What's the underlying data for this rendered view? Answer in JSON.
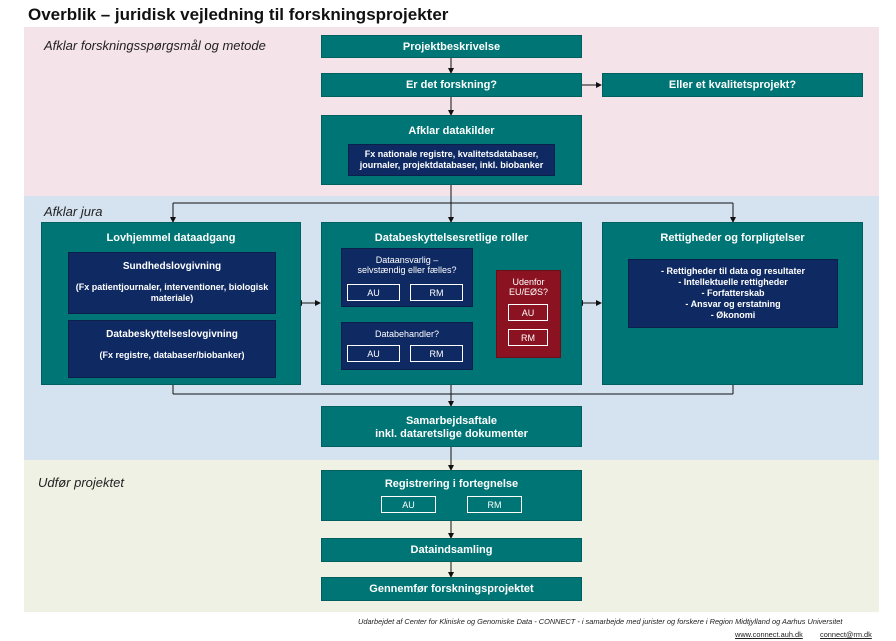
{
  "title": "Overblik – juridisk vejledning til forskningsprojekter",
  "colors": {
    "band1": "#f5e3ea",
    "band2": "#d5e3f1",
    "band3": "#eef1e3",
    "teal": "#007575",
    "navy": "#0f2a63",
    "red": "#8b1220"
  },
  "sections": {
    "s1": "Afklar forskningsspørgsmål og metode",
    "s2": "Afklar jura",
    "s3": "Udfør projektet"
  },
  "boxes": {
    "projektbeskrivelse": "Projektbeskrivelse",
    "er_det_forskning": "Er det forskning?",
    "kvalitetsprojekt": "Eller et kvalitetsprojekt?",
    "afklar_datakilder": "Afklar datakilder",
    "datakilder_detail_1": "Fx nationale registre, kvalitetsdatabaser,",
    "datakilder_detail_2": "journaler, projektdatabaser, inkl. biobanker",
    "lovhjemmel": "Lovhjemmel dataadgang",
    "sundhed_title": "Sundhedslovgivning",
    "sundhed_detail": "(Fx patientjournaler, interventioner, biologisk materiale)",
    "databesk_lov_title": "Databeskyttelseslovgivning",
    "databesk_lov_detail": "(Fx registre, databaser/biobanker)",
    "roller": "Databeskyttelsesretlige roller",
    "dataansvarlig_1": "Dataansvarlig –",
    "dataansvarlig_2": "selvstændig eller  fælles?",
    "databehandler": "Databehandler?",
    "au": "AU",
    "rm": "RM",
    "udenfor_1": "Udenfor",
    "udenfor_2": "EU/EØS?",
    "rettigheder": "Rettigheder og forpligtelser",
    "rett_items": [
      "- Rettigheder til data og resultater",
      "- Intellektuelle rettigheder",
      "- Forfatterskab",
      "- Ansvar og erstatning",
      "- Økonomi"
    ],
    "samarbejd_1": "Samarbejdsaftale",
    "samarbejd_2": "inkl. dataretslige dokumenter",
    "registrering": "Registrering i fortegnelse",
    "dataindsamling": "Dataindsamling",
    "gennemfor": "Gennemfør forskningsprojektet"
  },
  "footer": {
    "credit": "Udarbejdet af Center for Kliniske og Genomiske Data - CONNECT - i samarbejde med jurister og forskere i Region Midtjylland og Aarhus Universitet",
    "url": "www.connect.auh.dk",
    "email": "connect@rm.dk"
  }
}
